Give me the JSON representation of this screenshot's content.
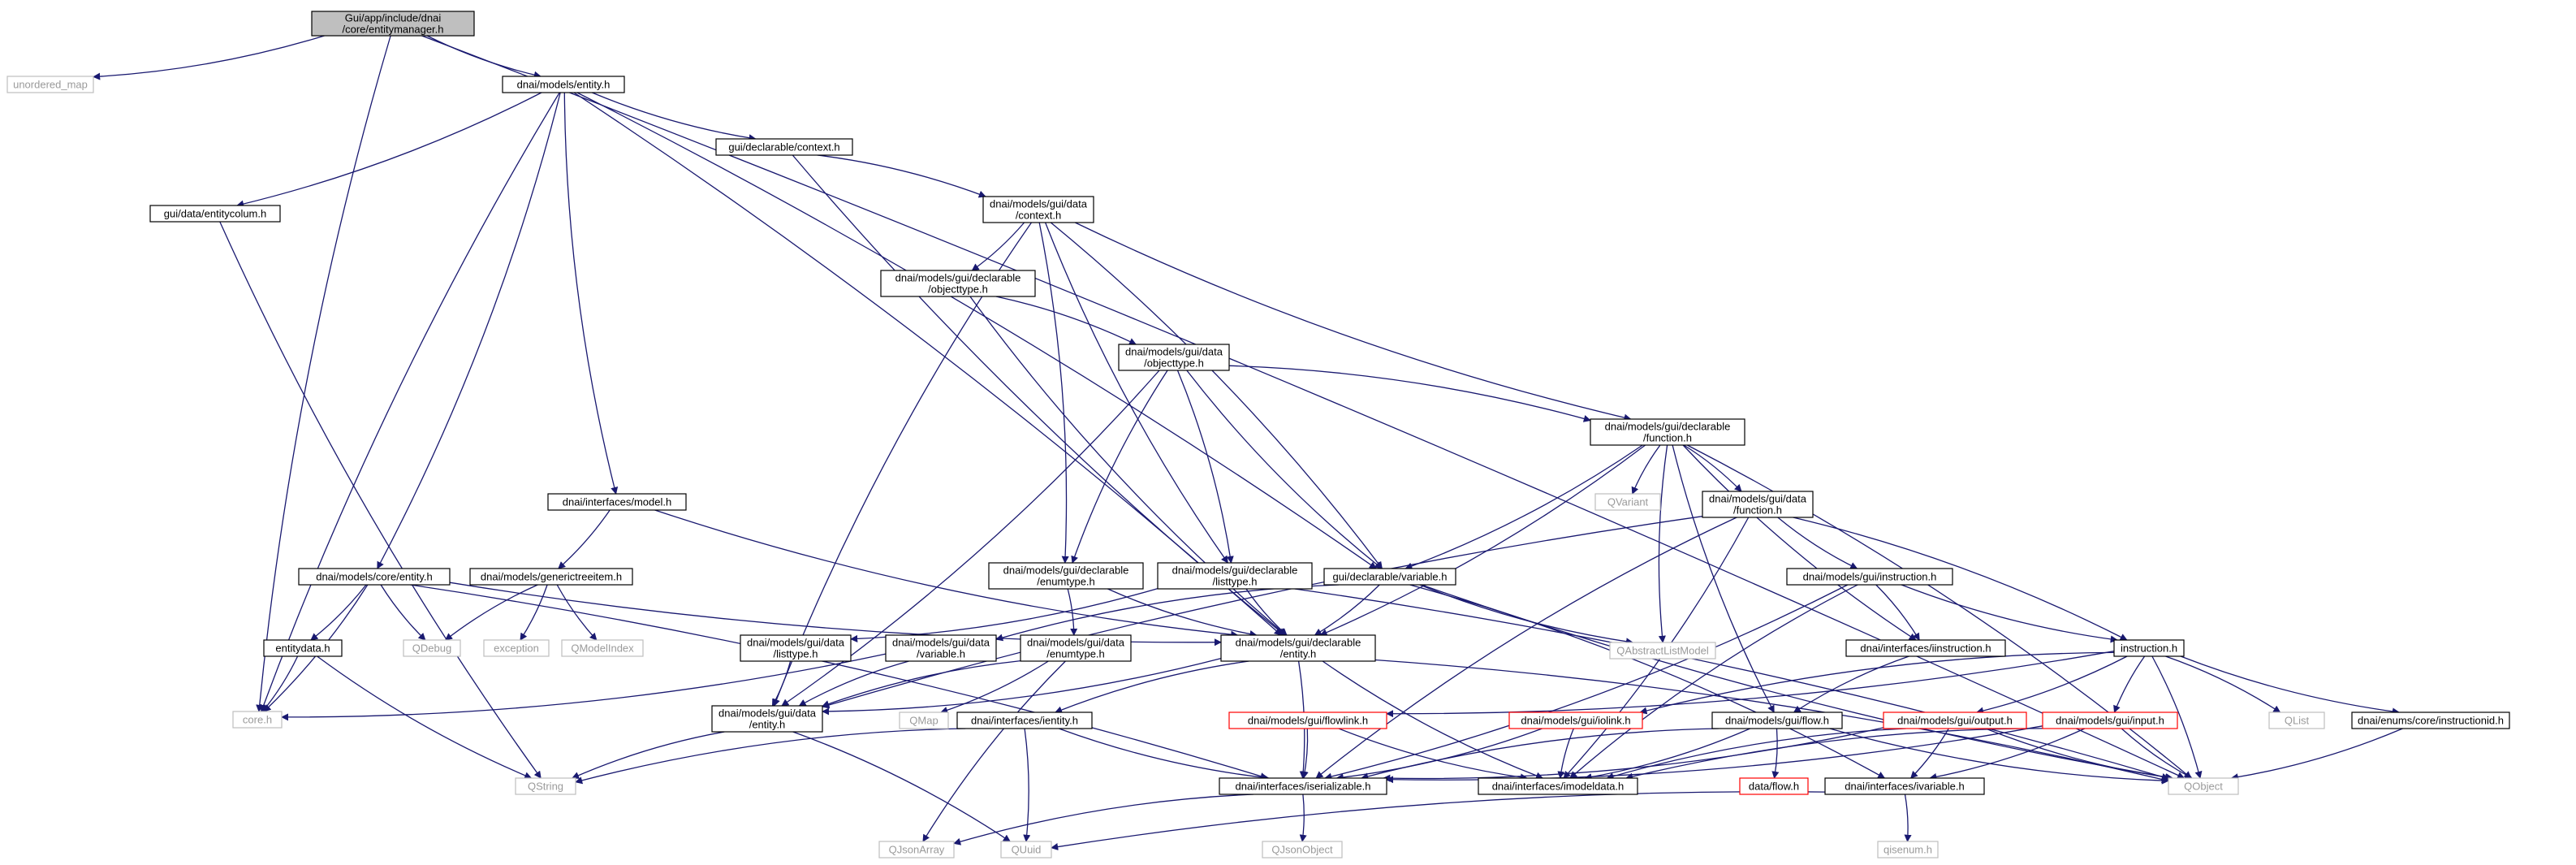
{
  "colors": {
    "edge": "#191970",
    "border_default": "#000000",
    "border_leaf": "#bfbfbf",
    "border_truncated": "#ff0000",
    "fill_root": "#bfbfbf",
    "fill_default": "#ffffff",
    "text_default": "#000000",
    "text_leaf": "#9a9a9a"
  },
  "nodes": [
    {
      "id": "root",
      "kind": "root",
      "lines": [
        "Gui/app/include/dnai",
        "/core/entitymanager.h"
      ]
    },
    {
      "id": "unordered_map",
      "kind": "leaf",
      "lines": [
        "unordered_map"
      ]
    },
    {
      "id": "models_entity",
      "kind": "default",
      "lines": [
        "dnai/models/entity.h"
      ]
    },
    {
      "id": "qobject",
      "kind": "leaf",
      "lines": [
        "QObject"
      ]
    },
    {
      "id": "gui_data_entitycolum",
      "kind": "default",
      "lines": [
        "gui/data/entitycolum.h"
      ]
    },
    {
      "id": "decl_context",
      "kind": "default",
      "lines": [
        "gui/declarable/context.h"
      ]
    },
    {
      "id": "gui_data_context",
      "kind": "default",
      "lines": [
        "dnai/models/gui/data",
        "/context.h"
      ]
    },
    {
      "id": "gui_decl_objecttype",
      "kind": "default",
      "lines": [
        "dnai/models/gui/declarable",
        "/objecttype.h"
      ]
    },
    {
      "id": "gui_data_objecttype",
      "kind": "default",
      "lines": [
        "dnai/models/gui/data",
        "/objecttype.h"
      ]
    },
    {
      "id": "gui_decl_function",
      "kind": "default",
      "lines": [
        "dnai/models/gui/declarable",
        "/function.h"
      ]
    },
    {
      "id": "qvariant",
      "kind": "leaf",
      "lines": [
        "QVariant"
      ]
    },
    {
      "id": "gui_data_function",
      "kind": "default",
      "lines": [
        "dnai/models/gui/data",
        "/function.h"
      ]
    },
    {
      "id": "interfaces_model",
      "kind": "default",
      "lines": [
        "dnai/interfaces/model.h"
      ]
    },
    {
      "id": "core_entity",
      "kind": "default",
      "lines": [
        "dnai/models/core/entity.h"
      ]
    },
    {
      "id": "generictreeitem",
      "kind": "default",
      "lines": [
        "dnai/models/generictreeitem.h"
      ]
    },
    {
      "id": "gui_decl_enumtype",
      "kind": "default",
      "lines": [
        "dnai/models/gui/declarable",
        "/enumtype.h"
      ]
    },
    {
      "id": "gui_decl_listtype",
      "kind": "default",
      "lines": [
        "dnai/models/gui/declarable",
        "/listtype.h"
      ]
    },
    {
      "id": "decl_variable",
      "kind": "default",
      "lines": [
        "gui/declarable/variable.h"
      ]
    },
    {
      "id": "gui_instruction",
      "kind": "default",
      "lines": [
        "dnai/models/gui/instruction.h"
      ]
    },
    {
      "id": "qabstractlistmodel",
      "kind": "leaf",
      "lines": [
        "QAbstractListModel"
      ]
    },
    {
      "id": "entitydata",
      "kind": "default",
      "lines": [
        "entitydata.h"
      ]
    },
    {
      "id": "qdebug",
      "kind": "leaf",
      "lines": [
        "QDebug"
      ]
    },
    {
      "id": "exception",
      "kind": "leaf",
      "lines": [
        "exception"
      ]
    },
    {
      "id": "qmodelindex",
      "kind": "leaf",
      "lines": [
        "QModelIndex"
      ]
    },
    {
      "id": "gui_data_listtype",
      "kind": "default",
      "lines": [
        "dnai/models/gui/data",
        "/listtype.h"
      ]
    },
    {
      "id": "gui_data_variable",
      "kind": "default",
      "lines": [
        "dnai/models/gui/data",
        "/variable.h"
      ]
    },
    {
      "id": "gui_data_enumtype",
      "kind": "default",
      "lines": [
        "dnai/models/gui/data",
        "/enumtype.h"
      ]
    },
    {
      "id": "gui_decl_entity",
      "kind": "default",
      "lines": [
        "dnai/models/gui/declarable",
        "/entity.h"
      ]
    },
    {
      "id": "iinstruction",
      "kind": "default",
      "lines": [
        "dnai/interfaces/iinstruction.h"
      ]
    },
    {
      "id": "instruction",
      "kind": "default",
      "lines": [
        "instruction.h"
      ]
    },
    {
      "id": "core_h",
      "kind": "leaf",
      "lines": [
        "core.h"
      ]
    },
    {
      "id": "gui_data_entity",
      "kind": "default",
      "lines": [
        "dnai/models/gui/data",
        "/entity.h"
      ]
    },
    {
      "id": "qmap",
      "kind": "leaf",
      "lines": [
        "QMap"
      ]
    },
    {
      "id": "ientity",
      "kind": "default",
      "lines": [
        "dnai/interfaces/ientity.h"
      ]
    },
    {
      "id": "flowlink",
      "kind": "truncated",
      "lines": [
        "dnai/models/gui/flowlink.h"
      ]
    },
    {
      "id": "iolink",
      "kind": "truncated",
      "lines": [
        "dnai/models/gui/iolink.h"
      ]
    },
    {
      "id": "gui_flow",
      "kind": "default",
      "lines": [
        "dnai/models/gui/flow.h"
      ]
    },
    {
      "id": "gui_output",
      "kind": "truncated",
      "lines": [
        "dnai/models/gui/output.h"
      ]
    },
    {
      "id": "gui_input",
      "kind": "truncated",
      "lines": [
        "dnai/models/gui/input.h"
      ]
    },
    {
      "id": "qlist",
      "kind": "leaf",
      "lines": [
        "QList"
      ]
    },
    {
      "id": "instructionid",
      "kind": "default",
      "lines": [
        "dnai/enums/core/instructionid.h"
      ]
    },
    {
      "id": "qstring",
      "kind": "leaf",
      "lines": [
        "QString"
      ]
    },
    {
      "id": "iserializable",
      "kind": "default",
      "lines": [
        "dnai/interfaces/iserializable.h"
      ]
    },
    {
      "id": "imodeldata",
      "kind": "default",
      "lines": [
        "dnai/interfaces/imodeldata.h"
      ]
    },
    {
      "id": "data_flow",
      "kind": "truncated",
      "lines": [
        "data/flow.h"
      ]
    },
    {
      "id": "ivariable",
      "kind": "default",
      "lines": [
        "dnai/interfaces/ivariable.h"
      ]
    },
    {
      "id": "qjsonarray",
      "kind": "leaf",
      "lines": [
        "QJsonArray"
      ]
    },
    {
      "id": "quuid",
      "kind": "leaf",
      "lines": [
        "QUuid"
      ]
    },
    {
      "id": "qjsonobject",
      "kind": "leaf",
      "lines": [
        "QJsonObject"
      ]
    },
    {
      "id": "qisenum",
      "kind": "leaf",
      "lines": [
        "qisenum.h"
      ]
    }
  ],
  "edges": [
    [
      "root",
      "unordered_map"
    ],
    [
      "root",
      "models_entity"
    ],
    [
      "root",
      "qobject"
    ],
    [
      "root",
      "core_h"
    ],
    [
      "models_entity",
      "gui_data_entitycolum"
    ],
    [
      "models_entity",
      "decl_context"
    ],
    [
      "models_entity",
      "decl_variable"
    ],
    [
      "models_entity",
      "interfaces_model"
    ],
    [
      "models_entity",
      "core_entity"
    ],
    [
      "models_entity",
      "core_h"
    ],
    [
      "models_entity",
      "gui_decl_entity"
    ],
    [
      "gui_data_entitycolum",
      "qstring"
    ],
    [
      "decl_context",
      "gui_data_context"
    ],
    [
      "decl_context",
      "gui_decl_entity"
    ],
    [
      "gui_data_context",
      "gui_decl_objecttype"
    ],
    [
      "gui_data_context",
      "gui_decl_function"
    ],
    [
      "gui_data_context",
      "gui_decl_enumtype"
    ],
    [
      "gui_data_context",
      "gui_decl_listtype"
    ],
    [
      "gui_data_context",
      "decl_variable"
    ],
    [
      "gui_data_context",
      "gui_data_entity"
    ],
    [
      "gui_decl_objecttype",
      "gui_data_objecttype"
    ],
    [
      "gui_decl_objecttype",
      "gui_decl_entity"
    ],
    [
      "gui_data_objecttype",
      "gui_decl_function"
    ],
    [
      "gui_data_objecttype",
      "gui_decl_enumtype"
    ],
    [
      "gui_data_objecttype",
      "gui_decl_listtype"
    ],
    [
      "gui_data_objecttype",
      "decl_variable"
    ],
    [
      "gui_data_objecttype",
      "gui_data_entity"
    ],
    [
      "gui_decl_function",
      "qvariant"
    ],
    [
      "gui_decl_function",
      "gui_data_function"
    ],
    [
      "gui_decl_function",
      "qabstractlistmodel"
    ],
    [
      "gui_decl_function",
      "decl_variable"
    ],
    [
      "gui_decl_function",
      "iinstruction"
    ],
    [
      "gui_decl_function",
      "qobject"
    ],
    [
      "gui_decl_function",
      "gui_flow"
    ],
    [
      "gui_decl_function",
      "gui_decl_entity"
    ],
    [
      "gui_data_function",
      "gui_instruction"
    ],
    [
      "gui_data_function",
      "instruction"
    ],
    [
      "gui_data_function",
      "iserializable"
    ],
    [
      "gui_data_function",
      "imodeldata"
    ],
    [
      "gui_data_function",
      "gui_data_entity"
    ],
    [
      "interfaces_model",
      "generictreeitem"
    ],
    [
      "interfaces_model",
      "gui_decl_entity"
    ],
    [
      "core_entity",
      "entitydata"
    ],
    [
      "core_entity",
      "qdebug"
    ],
    [
      "core_entity",
      "core_h"
    ],
    [
      "core_entity",
      "gui_decl_entity"
    ],
    [
      "core_entity",
      "iserializable"
    ],
    [
      "generictreeitem",
      "qdebug"
    ],
    [
      "generictreeitem",
      "exception"
    ],
    [
      "generictreeitem",
      "qmodelindex"
    ],
    [
      "gui_decl_enumtype",
      "gui_data_enumtype"
    ],
    [
      "gui_decl_enumtype",
      "gui_decl_entity"
    ],
    [
      "gui_decl_listtype",
      "gui_data_listtype"
    ],
    [
      "gui_decl_listtype",
      "gui_decl_entity"
    ],
    [
      "gui_decl_listtype",
      "qobject"
    ],
    [
      "decl_variable",
      "gui_data_variable"
    ],
    [
      "decl_variable",
      "gui_decl_entity"
    ],
    [
      "decl_variable",
      "qabstractlistmodel"
    ],
    [
      "decl_variable",
      "ivariable"
    ],
    [
      "decl_variable",
      "qobject"
    ],
    [
      "gui_instruction",
      "iinstruction"
    ],
    [
      "gui_instruction",
      "instruction"
    ],
    [
      "gui_instruction",
      "iserializable"
    ],
    [
      "gui_instruction",
      "imodeldata"
    ],
    [
      "entitydata",
      "core_h"
    ],
    [
      "entitydata",
      "qstring"
    ],
    [
      "gui_data_listtype",
      "gui_data_entity"
    ],
    [
      "gui_data_variable",
      "gui_data_entity"
    ],
    [
      "gui_data_variable",
      "core_h"
    ],
    [
      "gui_data_enumtype",
      "gui_data_entity"
    ],
    [
      "gui_data_enumtype",
      "qmap"
    ],
    [
      "gui_data_enumtype",
      "qjsonarray"
    ],
    [
      "gui_decl_entity",
      "gui_data_entity"
    ],
    [
      "gui_decl_entity",
      "ientity"
    ],
    [
      "gui_decl_entity",
      "iserializable"
    ],
    [
      "gui_decl_entity",
      "imodeldata"
    ],
    [
      "gui_decl_entity",
      "qobject"
    ],
    [
      "iinstruction",
      "gui_flow"
    ],
    [
      "instruction",
      "flowlink"
    ],
    [
      "instruction",
      "iolink"
    ],
    [
      "instruction",
      "gui_output"
    ],
    [
      "instruction",
      "gui_input"
    ],
    [
      "instruction",
      "qlist"
    ],
    [
      "instruction",
      "instructionid"
    ],
    [
      "instruction",
      "qobject"
    ],
    [
      "gui_data_entity",
      "qstring"
    ],
    [
      "gui_data_entity",
      "quuid"
    ],
    [
      "ientity",
      "qstring"
    ],
    [
      "ientity",
      "quuid"
    ],
    [
      "ientity",
      "iserializable"
    ],
    [
      "flowlink",
      "iserializable"
    ],
    [
      "flowlink",
      "imodeldata"
    ],
    [
      "iolink",
      "iserializable"
    ],
    [
      "iolink",
      "imodeldata"
    ],
    [
      "gui_flow",
      "data_flow"
    ],
    [
      "gui_flow",
      "iserializable"
    ],
    [
      "gui_flow",
      "imodeldata"
    ],
    [
      "gui_flow",
      "qobject"
    ],
    [
      "gui_output",
      "iserializable"
    ],
    [
      "gui_output",
      "imodeldata"
    ],
    [
      "gui_output",
      "ivariable"
    ],
    [
      "gui_output",
      "qobject"
    ],
    [
      "gui_input",
      "iserializable"
    ],
    [
      "gui_input",
      "imodeldata"
    ],
    [
      "gui_input",
      "ivariable"
    ],
    [
      "gui_input",
      "qobject"
    ],
    [
      "instructionid",
      "qobject"
    ],
    [
      "iserializable",
      "qjsonarray"
    ],
    [
      "iserializable",
      "qjsonobject"
    ],
    [
      "ivariable",
      "quuid"
    ],
    [
      "ivariable",
      "qisenum"
    ]
  ]
}
